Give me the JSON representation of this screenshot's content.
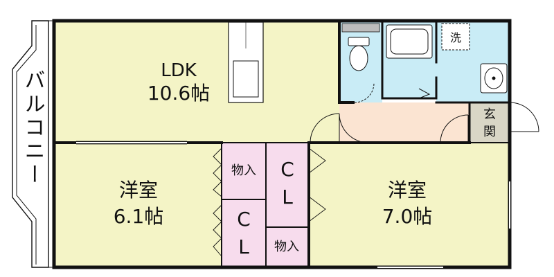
{
  "balcony": {
    "label": "バルコニー"
  },
  "rooms": {
    "ldk": {
      "name": "LDK",
      "size": "10.6帖"
    },
    "western_left": {
      "name": "洋室",
      "size": "6.1帖"
    },
    "western_right": {
      "name": "洋室",
      "size": "7.0帖"
    },
    "storage_top": {
      "label": "物入"
    },
    "storage_bottom": {
      "label": "物入"
    },
    "closet_right": {
      "line1": "C",
      "line2": "L"
    },
    "closet_left": {
      "line1": "C",
      "line2": "L"
    },
    "entrance": {
      "line1": "玄",
      "line2": "関"
    },
    "laundry": {
      "label": "洗"
    }
  },
  "colors": {
    "wall": "#111111",
    "room_yellow": "#f4f4c6",
    "closet_pink": "#f7dced",
    "wet_blue": "#c9ecf6",
    "hall_peach": "#fbe4d2",
    "entrance_gray": "#d9d6c6",
    "shelf_gray": "#bdbdbd"
  }
}
